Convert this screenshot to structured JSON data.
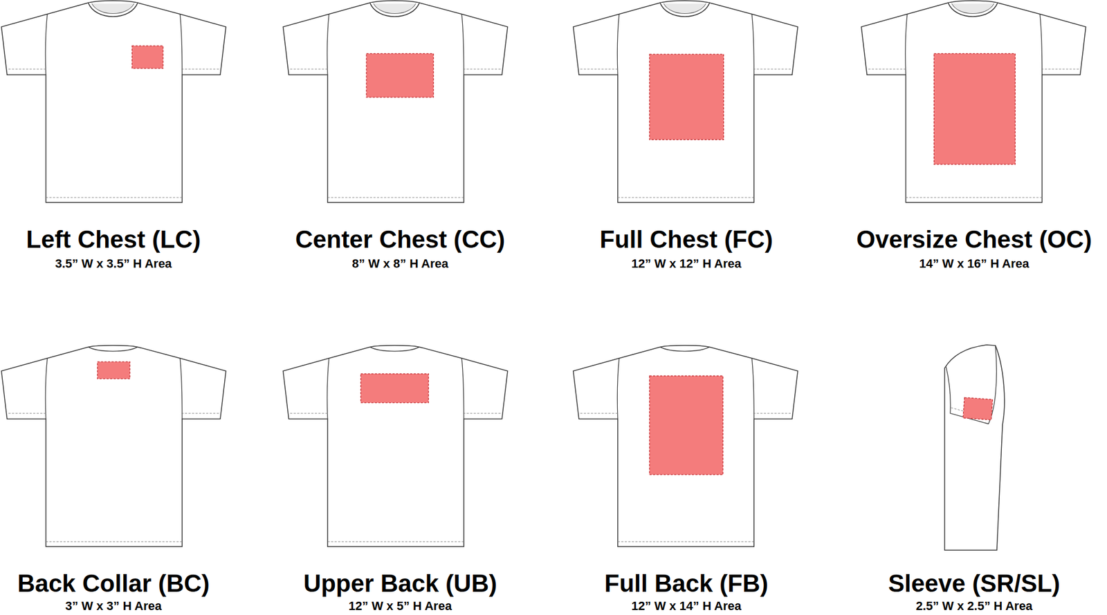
{
  "diagram": {
    "labels": [
      "Left Chest (LC)",
      "3.5” W x 3.5” H Area",
      "Center Chest (CC)",
      "8” W x 8” H Area",
      "Full Chest (FC)",
      "12” W x 12” H Area",
      "Oversize Chest (OC)",
      "14” W x 16” H Area",
      "Back Collar (BC)",
      "3” W x 3” H Area",
      "Upper Back (UB)",
      "12” W x 5” H Area",
      "Full Back (FB)",
      "12” W x 14” H Area",
      "Sleeve (SR/SL)",
      "2.5” W x 2.5” H Area"
    ]
  }
}
